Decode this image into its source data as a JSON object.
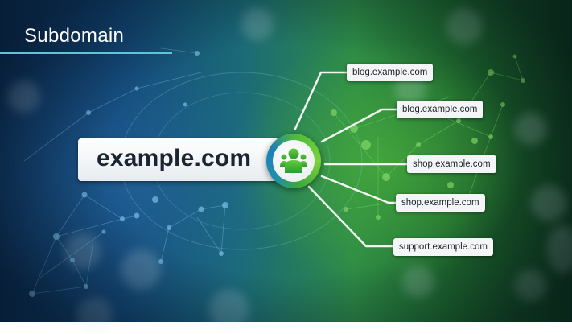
{
  "title": "Subdomain",
  "main_domain": {
    "label": "example.com",
    "icon": "users-group-icon"
  },
  "subdomains": [
    {
      "label": "blog.example.com"
    },
    {
      "label": "blog.example.com"
    },
    {
      "label": "shop.example.com"
    },
    {
      "label": "shop.example.com"
    },
    {
      "label": "support.example.com"
    }
  ],
  "colors": {
    "title_rule": "#5cc6d6",
    "background_left": "#134878",
    "background_right": "#2d8a46",
    "icon_green": "#4cb83a",
    "ring_blue": "#1d7fb5",
    "connector": "#ffffff"
  }
}
